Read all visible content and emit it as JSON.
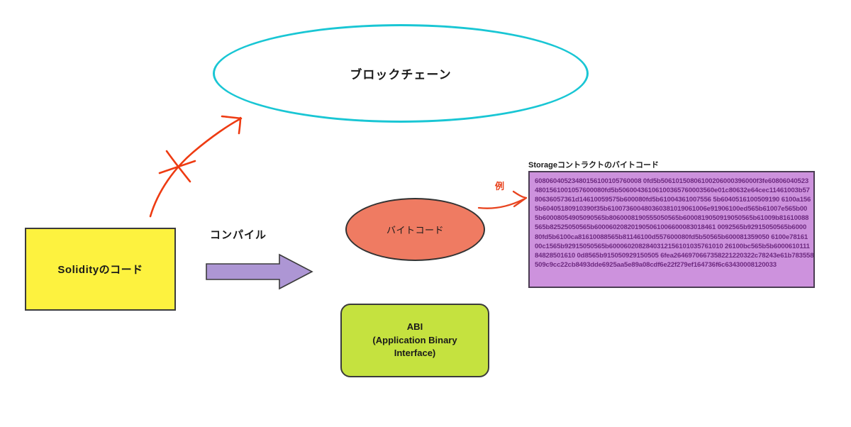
{
  "diagram": {
    "blockchain": {
      "label": "ブロックチェーン",
      "stroke_color": "#19c6d4",
      "fill_color": "#ffffff"
    },
    "solidity": {
      "label": "Solidityのコード",
      "fill_color": "#fdf23f",
      "border_color": "#3b3b3b"
    },
    "compile": {
      "label": "コンパイル",
      "arrow_color": "#ad96d4",
      "arrow_border_color": "#3b3b3b"
    },
    "bytecode": {
      "label": "バイトコード",
      "fill_color": "#ef7b62",
      "border_color": "#333333"
    },
    "abi": {
      "line1": "ABI",
      "line2": "(Application Binary",
      "line3": "Interface)",
      "fill_color": "#c5e23f",
      "border_color": "#3b3b3b"
    },
    "annotations": {
      "example_label": "例",
      "example_color": "#e8441f",
      "crossed_arrow_color": "#ee3b12"
    },
    "bytecode_panel": {
      "title": "Storageコントラクトのバイトコード",
      "fill_color": "#cd92dd",
      "border_color": "#4a3c52",
      "text_color": "#6d2a80",
      "lines": [
        "60806040523480156100105760008 0fd5b50610150806100206000396000f3fe60806040523",
        "4801561001057600080fd5b50600436106100365760003560e01c80632e64cec11461003b57",
        "80636057361d14610059575b600080fd5b61004361007556 5b6040516100509190 6100a156",
        "5b60405180910390f35b610073600480360381019061006e91906100ed565b61007e565b00",
        "5b60008054905090565b8060008190555050565b6000819050919050565b61009b81610088",
        "565b82525050565b600060208201905061006600083018461 0092565b92915050565b6000",
        "80fd5b6100ca81610088565b81146100d557600080fd5b50565b600081359050 6100e78161",
        "00c1565b92915050565b6000602082840312156101035761010 26100bc565b5b6000610111",
        "84828501610 0d8565b915050929150505 6fea2646970667358221220322c78243e61b783558",
        "509c9cc22cb8493dde6925aa5e89a08cdf6e22f279ef164736f6c63430008120033"
      ]
    }
  }
}
